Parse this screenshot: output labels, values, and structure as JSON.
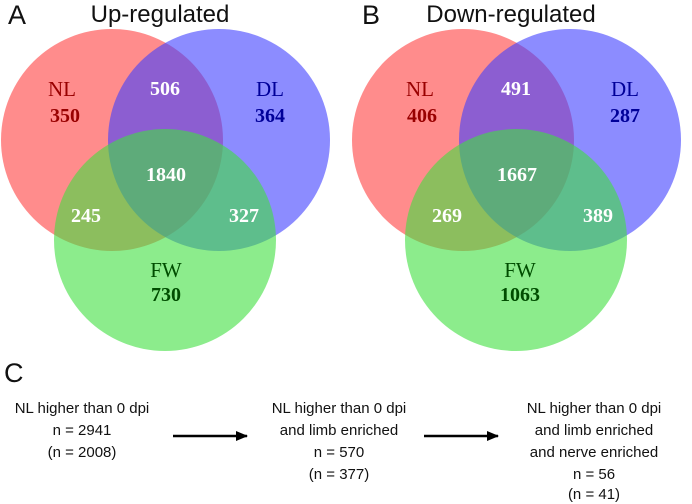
{
  "panels": {
    "a": {
      "letter": "A",
      "title": "Up-regulated",
      "sets": {
        "nl": "NL",
        "dl": "DL",
        "fw": "FW"
      },
      "counts": {
        "nl_only": "350",
        "dl_only": "364",
        "fw_only": "730",
        "nl_dl": "506",
        "nl_fw": "245",
        "dl_fw": "327",
        "all": "1840"
      }
    },
    "b": {
      "letter": "B",
      "title": "Down-regulated",
      "sets": {
        "nl": "NL",
        "dl": "DL",
        "fw": "FW"
      },
      "counts": {
        "nl_only": "406",
        "dl_only": "287",
        "fw_only": "1063",
        "nl_dl": "491",
        "nl_fw": "269",
        "dl_fw": "389",
        "all": "1667"
      }
    },
    "c": {
      "letter": "C",
      "steps": [
        {
          "lines": [
            "NL higher than 0 dpi",
            "n = 2941",
            "(n = 2008)"
          ]
        },
        {
          "lines": [
            "NL higher than 0 dpi",
            "and limb enriched",
            "n = 570",
            "(n = 377)"
          ]
        },
        {
          "lines": [
            "NL higher than 0 dpi",
            "and limb enriched",
            "and nerve enriched",
            "n = 56",
            "(n = 41)"
          ]
        }
      ]
    }
  },
  "colors": {
    "nl": "#ff4040",
    "dl": "#4040ff",
    "fw": "#40e040",
    "nl_text": "#990000",
    "dl_text": "#000099",
    "fw_text": "#004d00"
  }
}
